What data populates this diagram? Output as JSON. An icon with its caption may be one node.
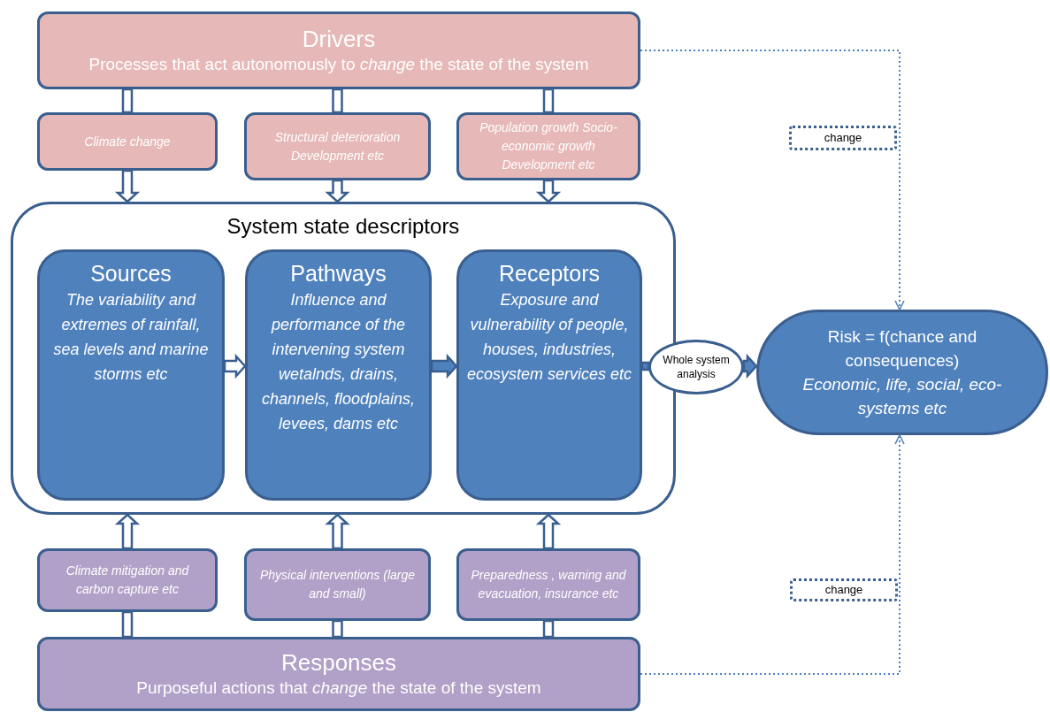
{
  "diagram": {
    "nodes": [
      {
        "text": [
          "Drivers",
          "Processes that act autonomously to *change* the state of the system"
        ]
      },
      {
        "text": [
          "Climate change"
        ]
      },
      {
        "text": [
          "Structural deterioration Development etc"
        ]
      },
      {
        "text": [
          "Population growth Socio-economic growth Development etc"
        ]
      },
      {
        "text": [
          "System state descriptors"
        ]
      },
      {
        "text": [
          "Sources",
          "The variability and extremes of rainfall, sea levels and marine storms etc"
        ],
        "in": 4
      },
      {
        "text": [
          "Pathways",
          "Influence and performance of the intervening system wetalnds, drains, channels, floodplains, levees, dams etc"
        ],
        "in": 4
      },
      {
        "text": [
          "Receptors",
          "*Exposure and vulnerability of people, houses, industries, ecosystem services* etc"
        ],
        "in": 4
      },
      {
        "text": [
          "Whole system analysis"
        ]
      },
      {
        "text": [
          "Risk = f(chance and consequences)",
          "Economic, life, social, eco-systems etc"
        ]
      },
      {
        "text": [
          "change"
        ]
      },
      {
        "text": [
          "change"
        ]
      },
      {
        "text": [
          "Climate mitigation and carbon capture etc"
        ]
      },
      {
        "text": [
          "Physical interventions (large and small)"
        ]
      },
      {
        "text": [
          "Preparedness , warning and evacuation, insurance etc"
        ]
      },
      {
        "text": [
          "Responses",
          "Purposeful actions that *change* the state of the system"
        ]
      }
    ],
    "edges": [
      {
        "from": 0,
        "to": 1,
        "arrow": "none"
      },
      {
        "from": 0,
        "to": 2,
        "arrow": "none"
      },
      {
        "from": 0,
        "to": 3,
        "arrow": "none"
      },
      {
        "from": 1,
        "to": 4,
        "arrow": "to"
      },
      {
        "from": 2,
        "to": 4,
        "arrow": "to"
      },
      {
        "from": 3,
        "to": 4,
        "arrow": "to"
      },
      {
        "from": 5,
        "to": 6,
        "arrow": "to"
      },
      {
        "from": 6,
        "to": 7,
        "arrow": "to"
      },
      {
        "from": 7,
        "to": 8,
        "arrow": "none"
      },
      {
        "from": 8,
        "to": 9,
        "arrow": "to"
      },
      {
        "from": 0,
        "to": 9,
        "arrow": "to",
        "style": "dashed",
        "color": "#4f81bd"
      },
      {
        "from": 15,
        "to": 12,
        "arrow": "none"
      },
      {
        "from": 15,
        "to": 13,
        "arrow": "none"
      },
      {
        "from": 15,
        "to": 14,
        "arrow": "none"
      },
      {
        "from": 12,
        "to": 4,
        "arrow": "to"
      },
      {
        "from": 13,
        "to": 4,
        "arrow": "to"
      },
      {
        "from": 14,
        "to": 4,
        "arrow": "to"
      },
      {
        "from": 15,
        "to": 9,
        "arrow": "to",
        "style": "dashed",
        "color": "#4f81bd"
      }
    ]
  }
}
